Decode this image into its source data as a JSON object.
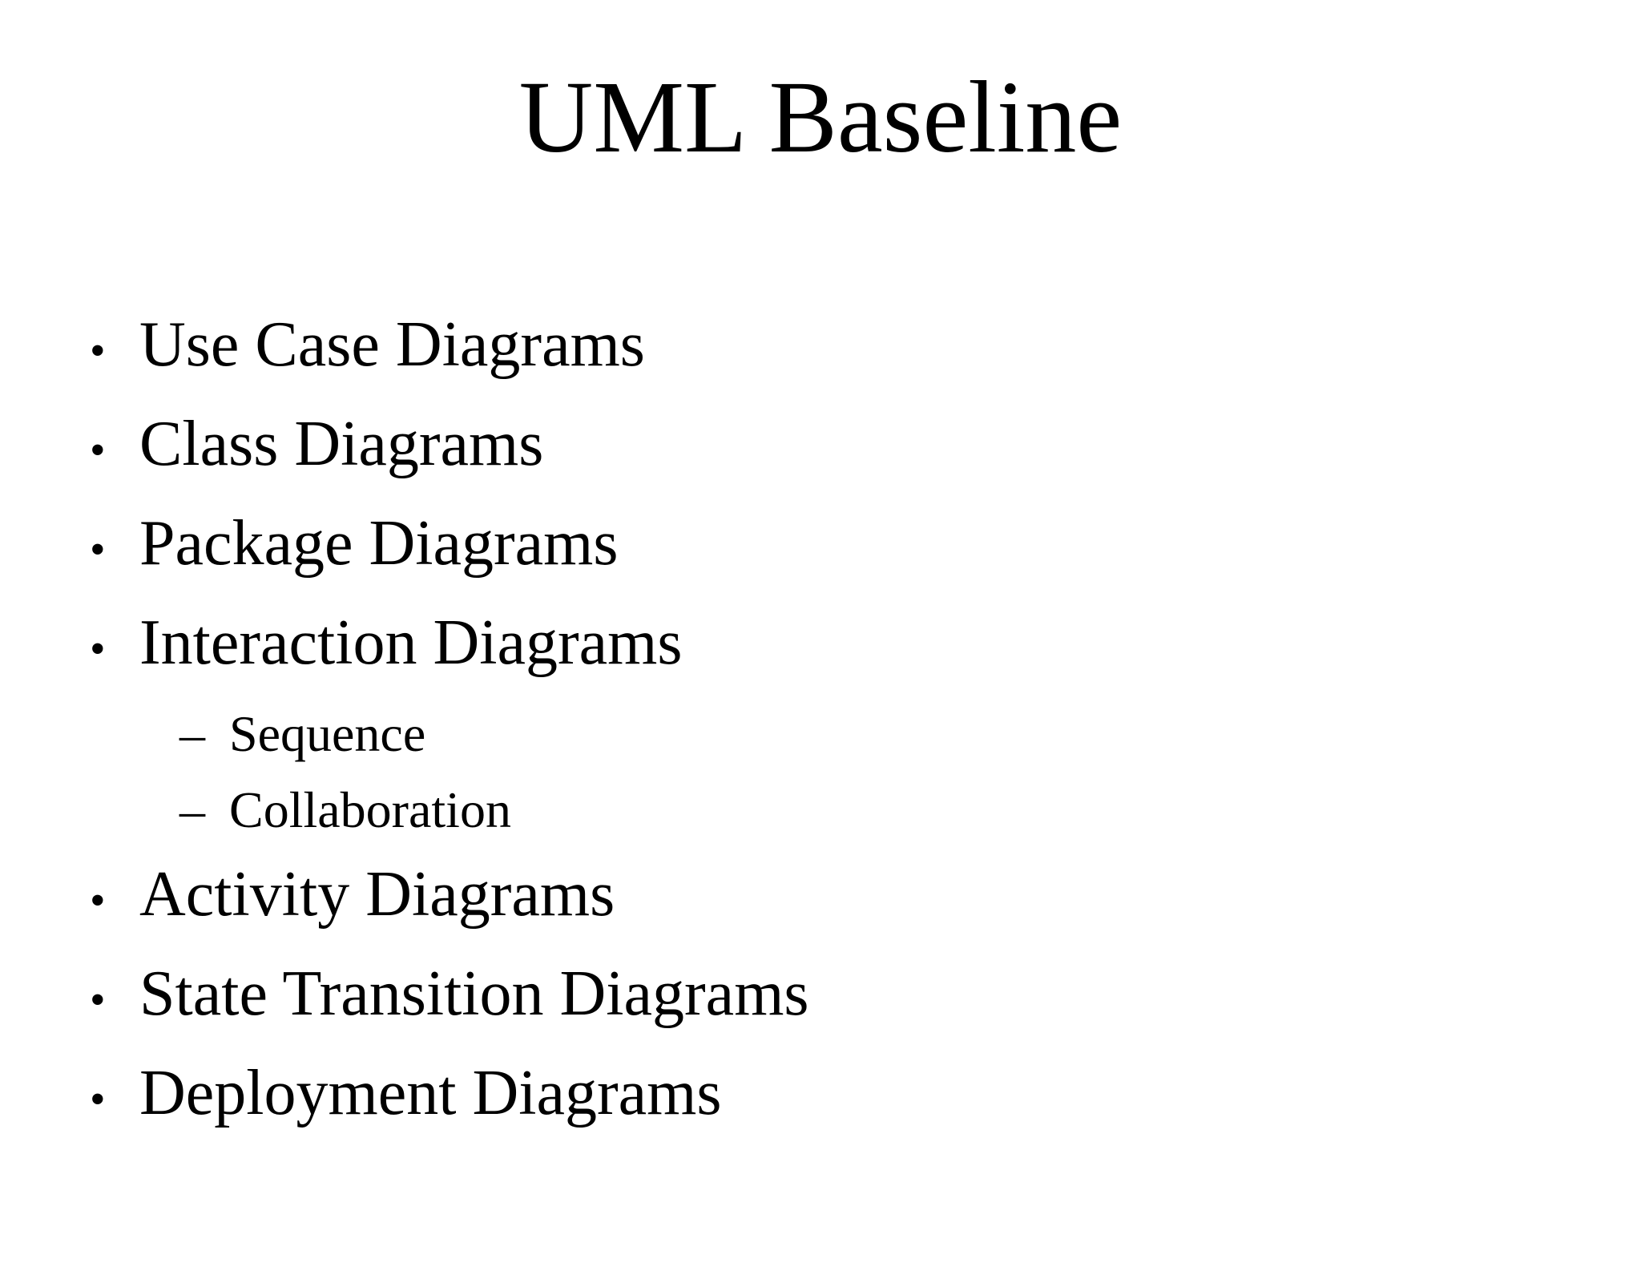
{
  "slide": {
    "title": "UML Baseline",
    "markers": {
      "level1": "•",
      "level2": "–"
    },
    "rows": [
      {
        "text": "Use Case Diagrams",
        "level": 1
      },
      {
        "text": "Class Diagrams",
        "level": 1
      },
      {
        "text": "Package Diagrams",
        "level": 1
      },
      {
        "text": "Interaction Diagrams",
        "level": 1
      },
      {
        "text": "Sequence",
        "level": 2
      },
      {
        "text": "Collaboration",
        "level": 2
      },
      {
        "text": "Activity Diagrams",
        "level": 1
      },
      {
        "text": "State Transition Diagrams",
        "level": 1
      },
      {
        "text": "Deployment Diagrams",
        "level": 1
      }
    ],
    "colors": {
      "background": "#ffffff",
      "text": "#000000"
    }
  }
}
